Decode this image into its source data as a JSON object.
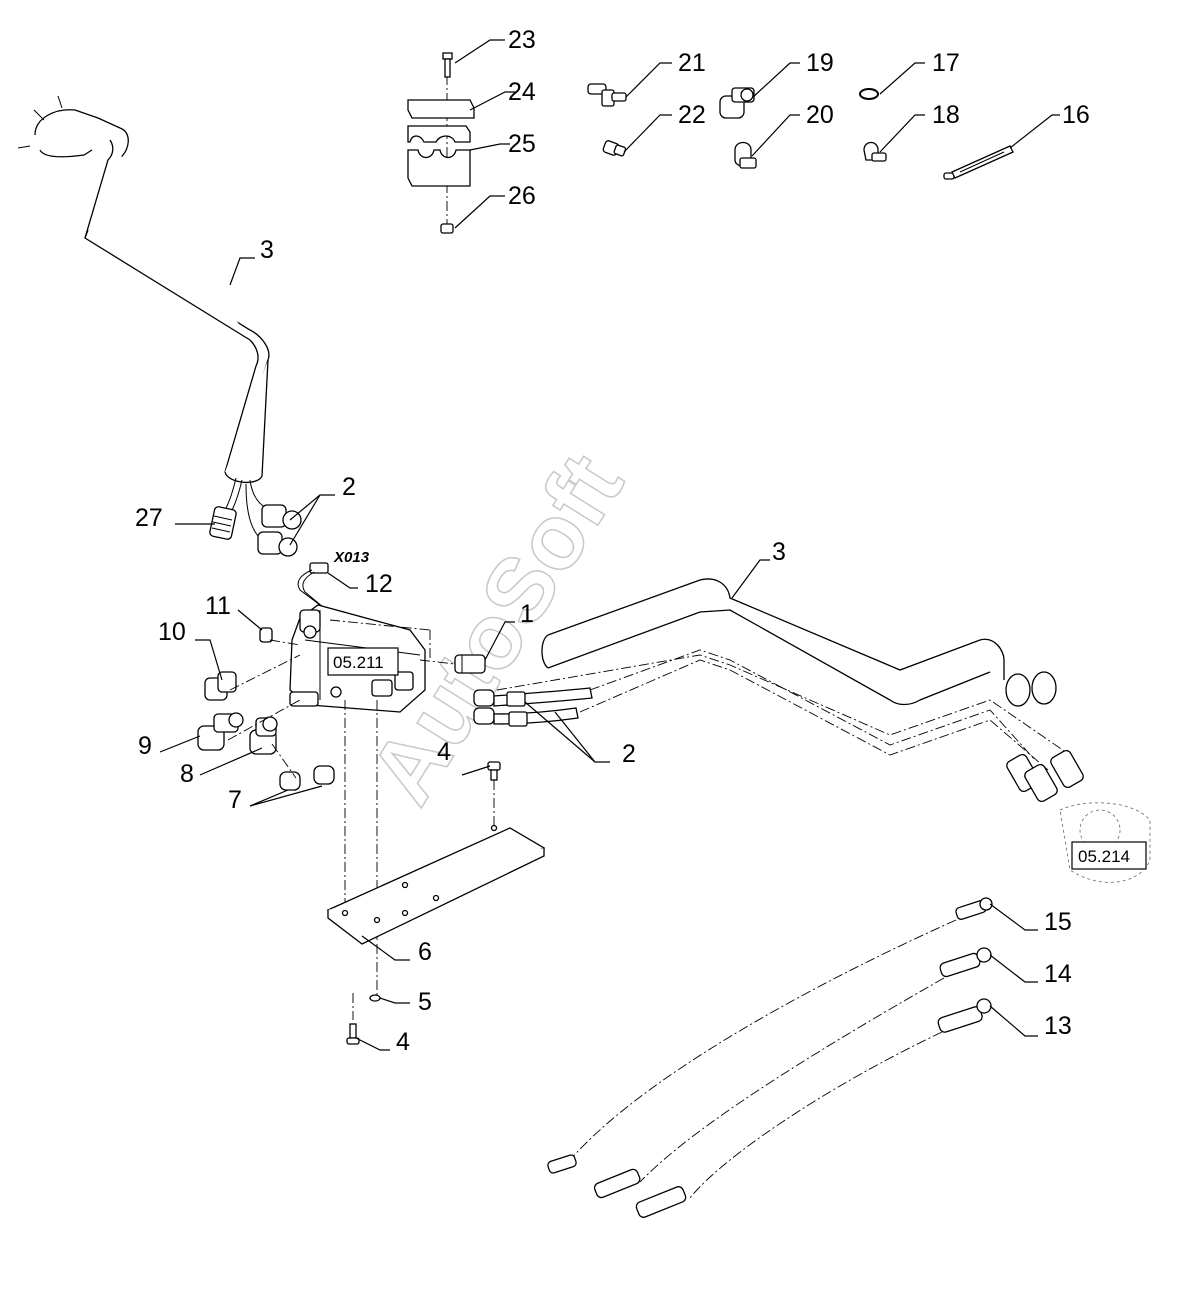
{
  "diagram": {
    "callouts": {
      "n1": "1",
      "n2a": "2",
      "n2b": "2",
      "n3a": "3",
      "n3b": "3",
      "n4a": "4",
      "n4b": "4",
      "n5": "5",
      "n6": "6",
      "n7": "7",
      "n8": "8",
      "n9": "9",
      "n10": "10",
      "n11": "11",
      "n12": "12",
      "n13": "13",
      "n14": "14",
      "n15": "15",
      "n16": "16",
      "n17": "17",
      "n18": "18",
      "n19": "19",
      "n20": "20",
      "n21": "21",
      "n22": "22",
      "n23": "23",
      "n24": "24",
      "n25": "25",
      "n26": "26",
      "n27": "27"
    },
    "references": {
      "valve_ref": "05.211",
      "coupler_ref": "05.214"
    },
    "connector_label": "X013",
    "watermark": "AutoSoft"
  }
}
